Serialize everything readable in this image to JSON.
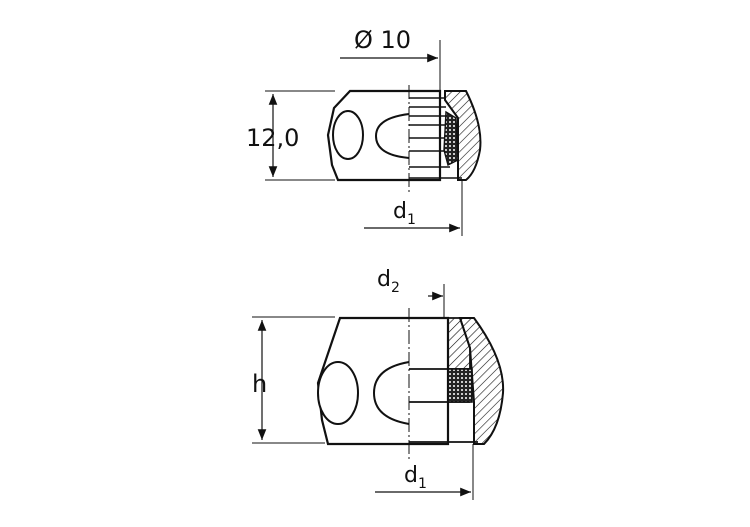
{
  "figure": {
    "title": "Fitting cross-section dimension drawing",
    "colors": {
      "line": "#111111",
      "background": "#ffffff"
    }
  },
  "top_view": {
    "dim_diameter": {
      "symbol": "Ø",
      "value": "10",
      "label": "Ø 10"
    },
    "dim_height": {
      "value": "12,0"
    },
    "dim_d1": {
      "base": "d",
      "sub": "1"
    }
  },
  "bottom_view": {
    "dim_d2": {
      "base": "d",
      "sub": "2"
    },
    "dim_height": {
      "value": "h"
    },
    "dim_d1": {
      "base": "d",
      "sub": "1"
    }
  }
}
